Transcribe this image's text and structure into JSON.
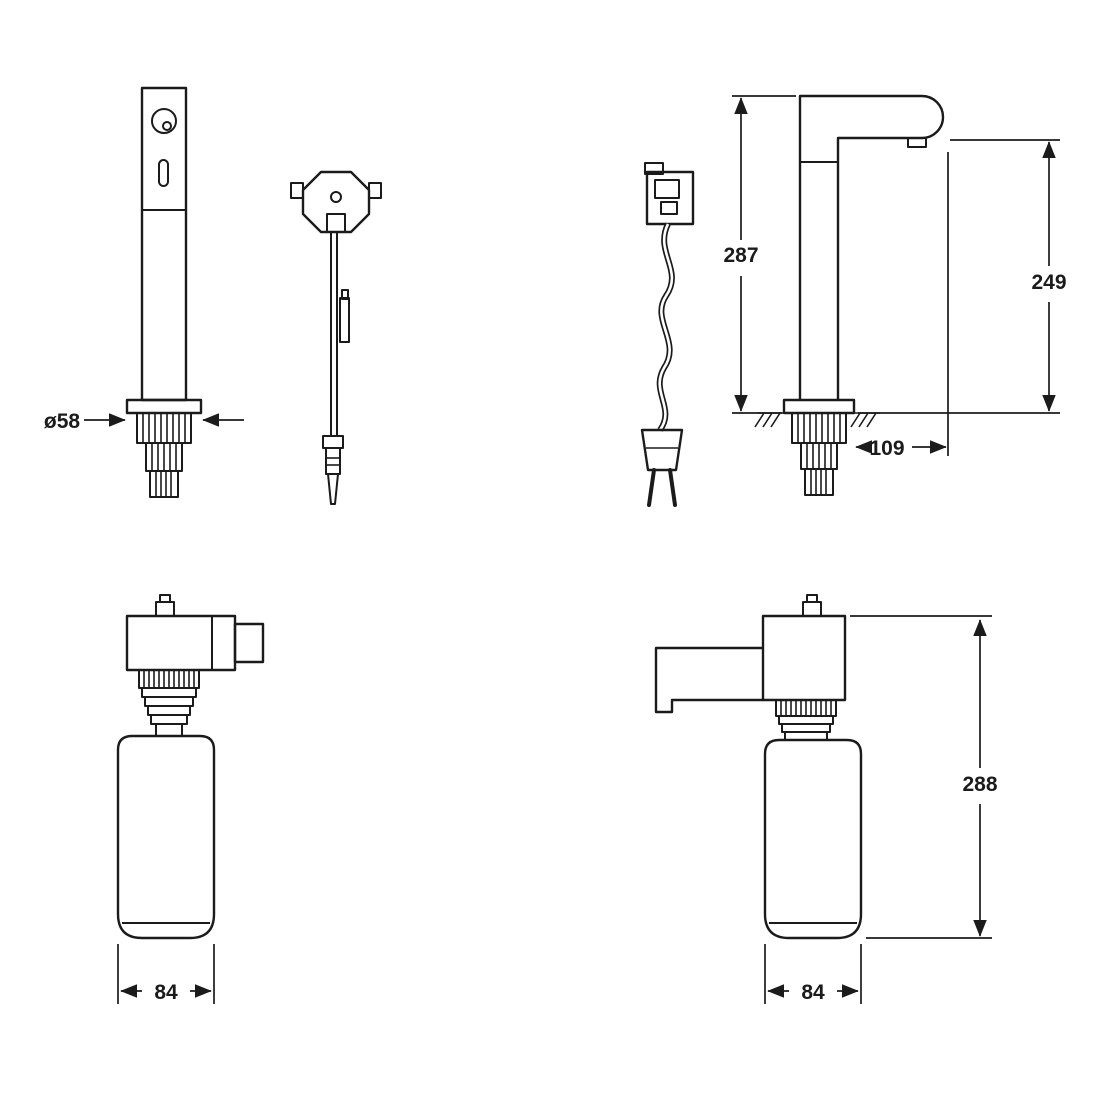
{
  "drawing": {
    "background": "#ffffff",
    "line_color": "#1b1b1b"
  },
  "labels": {
    "flange_diameter": "ø58",
    "body_height": "287",
    "spout_height": "249",
    "spout_reach": "109",
    "bottle_width_front": "84",
    "assembly_height": "288",
    "bottle_width_side": "84"
  }
}
